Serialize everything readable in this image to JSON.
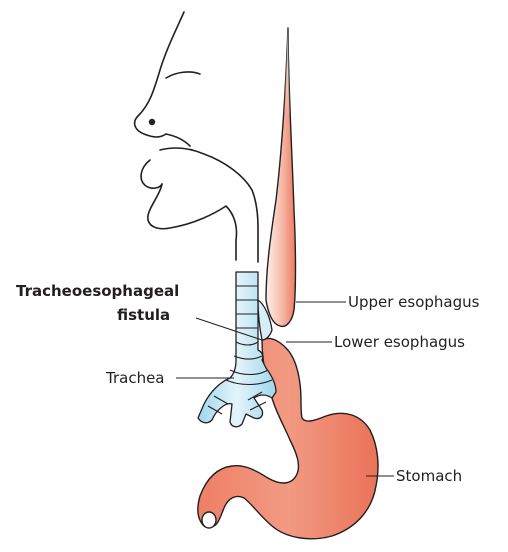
{
  "labels": {
    "fistula_line1": "Tracheoesophageal",
    "fistula_line2": "fistula",
    "upper_esophagus": "Upper esophagus",
    "lower_esophagus": "Lower esophagus",
    "trachea": "Trachea",
    "stomach": "Stomach"
  },
  "colors": {
    "esophagus_fill": "#ec7a60",
    "esophagus_highlight": "#fde7df",
    "trachea_fill": "#bfe5f4",
    "trachea_shade": "#8ccbe6",
    "outline": "#231f20"
  }
}
